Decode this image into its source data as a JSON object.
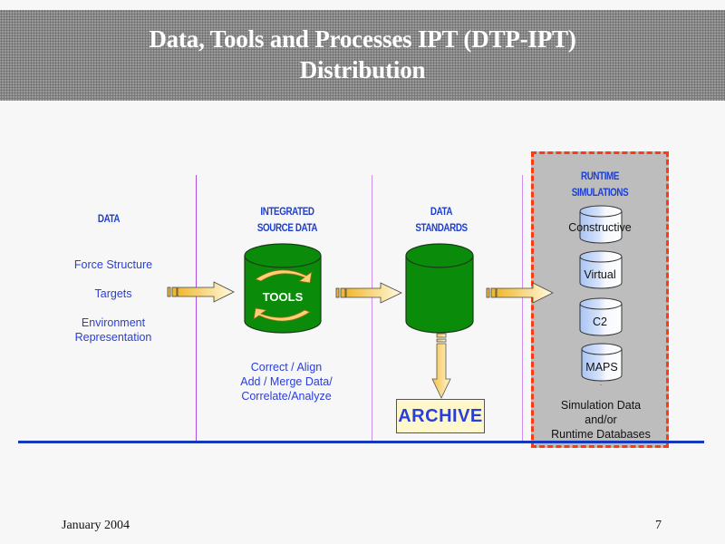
{
  "slide": {
    "title_line1": "Data, Tools and Processes IPT (DTP-IPT)",
    "title_line2": "Distribution",
    "footer_date": "January 2004",
    "page_number": "7"
  },
  "columns": {
    "data": {
      "heading": "DATA",
      "items": [
        "Force Structure",
        "Targets",
        "Environment",
        "Representation"
      ]
    },
    "integrated": {
      "heading_line1": "INTEGRATED",
      "heading_line2": "SOURCE DATA",
      "cylinder_label": "TOOLS",
      "notes": [
        "Correct / Align",
        "Add / Merge Data/",
        "Correlate/Analyze"
      ]
    },
    "standards": {
      "heading_line1": "DATA",
      "heading_line2": "STANDARDS",
      "archive_label": "ARCHIVE"
    },
    "runtime": {
      "heading_line1": "RUNTIME",
      "heading_line2": "SIMULATIONS",
      "databases": [
        "Constructive",
        "Virtual",
        "C2",
        "MAPS"
      ],
      "ellipsis": ":",
      "caption": [
        "Simulation Data",
        "and/or",
        "Runtime Databases"
      ]
    }
  },
  "colors": {
    "heading_blue": "#1d3fd0",
    "text_blue": "#2a3ed8",
    "cylinder_green": "#0a8c0a",
    "runtime_border": "#ff3a10",
    "runtime_fill": "#bdbdbd",
    "divider_purple": "#b04de0",
    "baseline_blue": "#1539b8",
    "archive_fill": "#fff8cc"
  }
}
